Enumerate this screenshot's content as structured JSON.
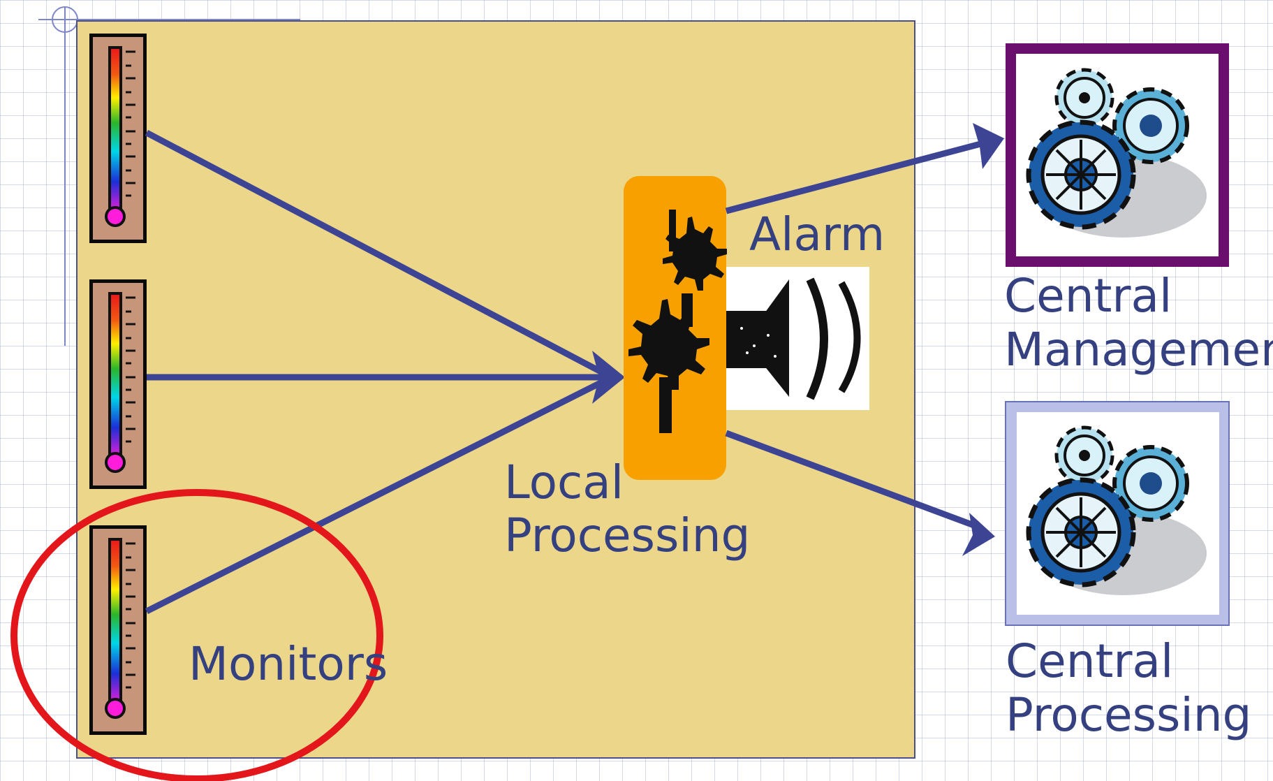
{
  "labels": {
    "monitors": "Monitors",
    "local_processing_line1": "Local",
    "local_processing_line2": "Processing",
    "alarm": "Alarm",
    "central_management_line1": "Central",
    "central_management_line2": "Management",
    "central_processing_line1": "Central",
    "central_processing_line2": "Processing"
  },
  "colors": {
    "panel_fill": "#ebd68a",
    "arrow": "#3d4493",
    "text": "#34407f",
    "processor": "#f7a000",
    "highlight_ring": "#e3161b",
    "management_frame": "#6a0f6e",
    "processing_frame": "#b9bfe6"
  },
  "icons": {
    "monitor": "thermometer-icon",
    "local_processor": "gears-icon",
    "alarm": "speaker-icon",
    "central": "gear-cluster-icon"
  }
}
